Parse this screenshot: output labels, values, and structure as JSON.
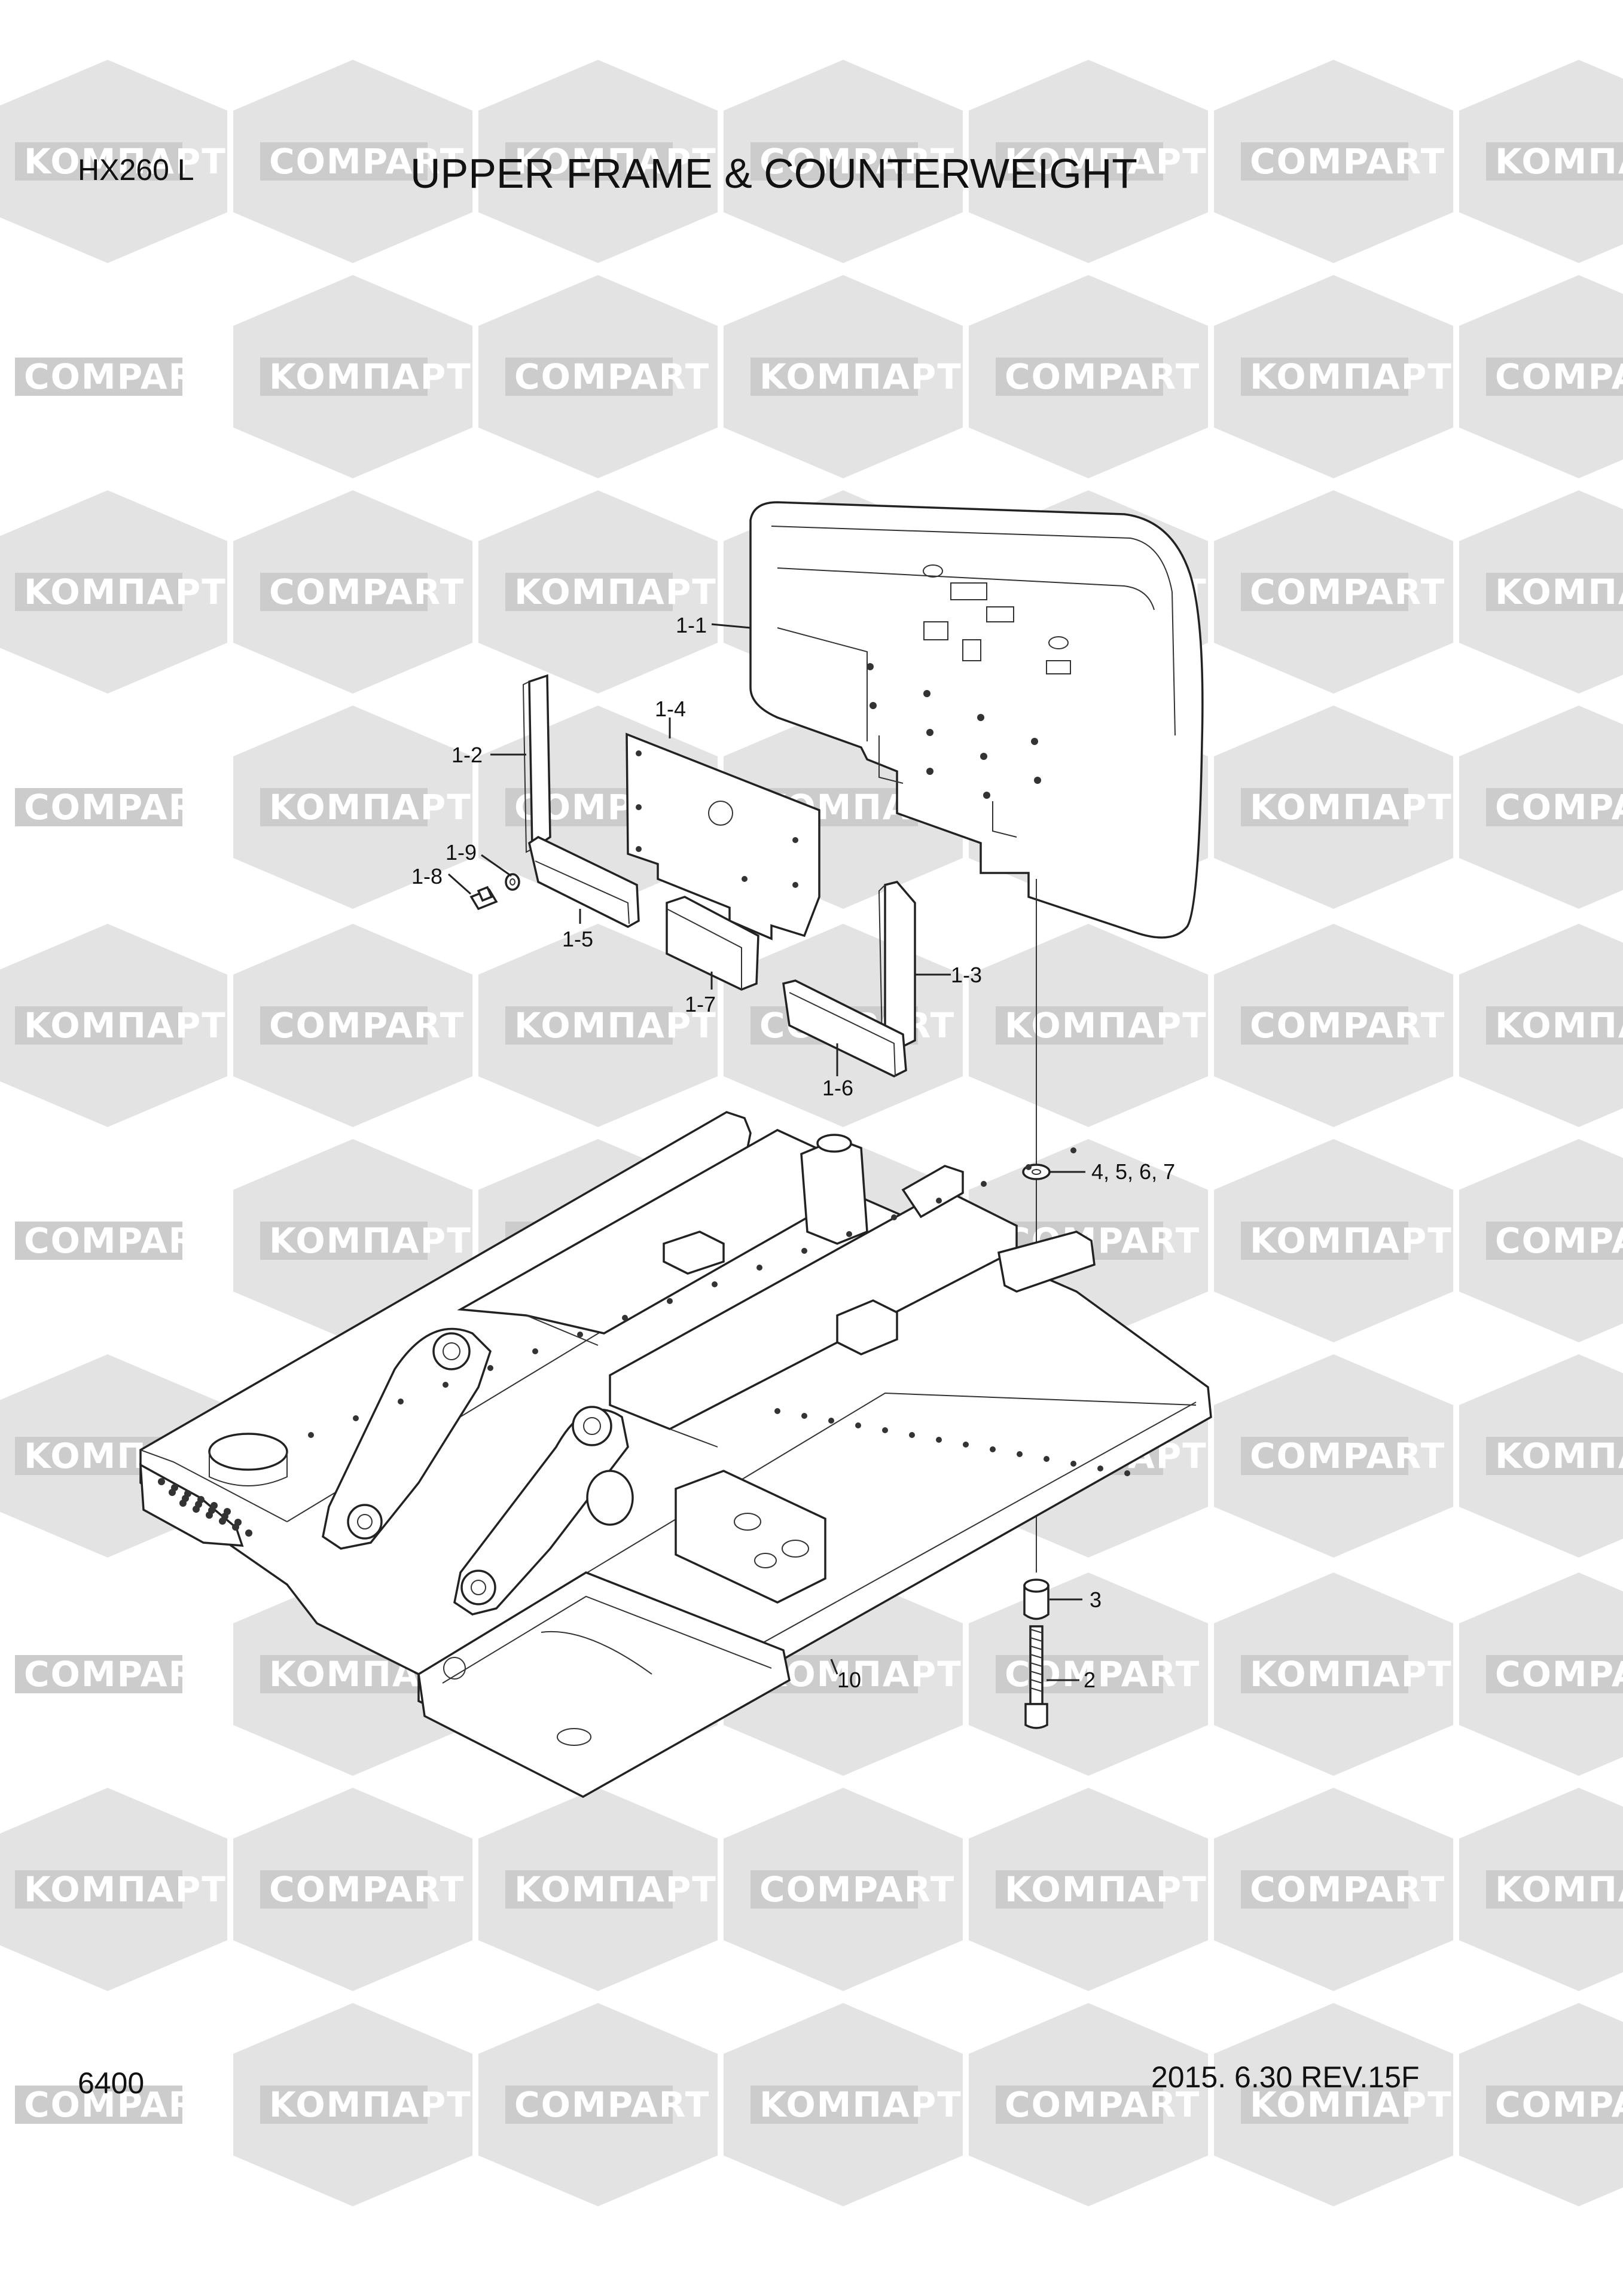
{
  "header": {
    "model": "HX260 L",
    "title": "UPPER FRAME & COUNTERWEIGHT"
  },
  "footer": {
    "page_number": "6400",
    "revision": "2015. 6.30  REV.15F"
  },
  "watermark": {
    "texts": [
      "KOMПAPT",
      "COMPART"
    ],
    "colors": {
      "hexagon": "#e3e3e3",
      "band": "#cccccc",
      "text": "#ffffff"
    }
  },
  "callouts": {
    "c1_1": "1-1",
    "c1_2": "1-2",
    "c1_3": "1-3",
    "c1_4": "1-4",
    "c1_5": "1-5",
    "c1_6": "1-6",
    "c1_7": "1-7",
    "c1_8": "1-8",
    "c1_9": "1-9",
    "c2": "2",
    "c3": "3",
    "c4567": "4, 5, 6, 7",
    "c10": "10"
  }
}
